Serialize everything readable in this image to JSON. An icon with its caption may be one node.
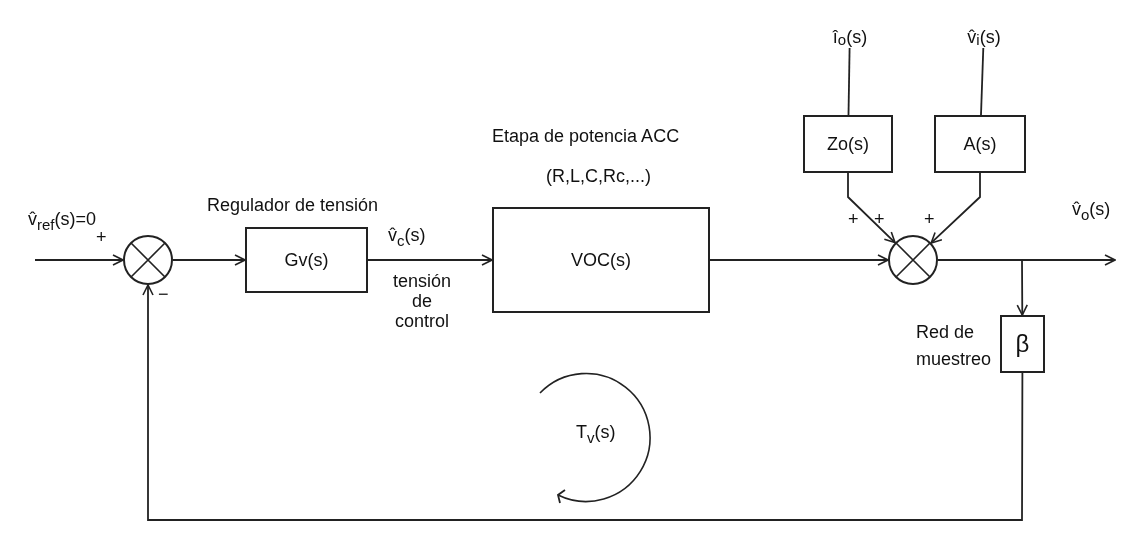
{
  "diagram": {
    "nodes": [
      {
        "text": [],
        "shape": "circle"
      },
      {
        "text": [
          "Regulador de tensión",
          "Gv(s)"
        ]
      },
      {
        "text": [
          "Etapa de potencia ACC",
          "(R,L,C,Rc,...)",
          "VOC(s)"
        ]
      },
      {
        "text": [
          "Zo(s)"
        ]
      },
      {
        "text": [
          "A(s)"
        ]
      },
      {
        "text": [],
        "shape": "circle"
      },
      {
        "text": [
          "Red de muestreo",
          "β"
        ]
      },
      {
        "text": [
          "î$_{o}$(s)"
        ]
      },
      {
        "text": [
          "v̂$_{i}$(s)"
        ]
      }
    ],
    "edges": [
      {
        "from": null,
        "to": 0,
        "arrow": "to",
        "label": "v̂$_{ref}$(s)=0"
      },
      {
        "from": 0,
        "to": 1,
        "arrow": "to"
      },
      {
        "from": 1,
        "to": 2,
        "arrow": "to",
        "label": "v̂$_{c}$(s)"
      },
      {
        "from": 2,
        "to": 5,
        "arrow": "to"
      },
      {
        "from": 7,
        "to": 3,
        "arrow": "none"
      },
      {
        "from": 8,
        "to": 4,
        "arrow": "none"
      },
      {
        "from": 3,
        "to": 5,
        "arrow": "to"
      },
      {
        "from": 4,
        "to": 5,
        "arrow": "to"
      },
      {
        "from": 5,
        "to": null,
        "arrow": "to",
        "label": "v̂$_{o}$(s)"
      },
      {
        "from": 5,
        "to": 6,
        "arrow": "to"
      },
      {
        "from": 6,
        "to": 0,
        "arrow": "to"
      }
    ],
    "labels": [
      "+",
      "−",
      "tensión de control",
      "+",
      "+",
      "+",
      "T$_{v}$(s)"
    ]
  }
}
